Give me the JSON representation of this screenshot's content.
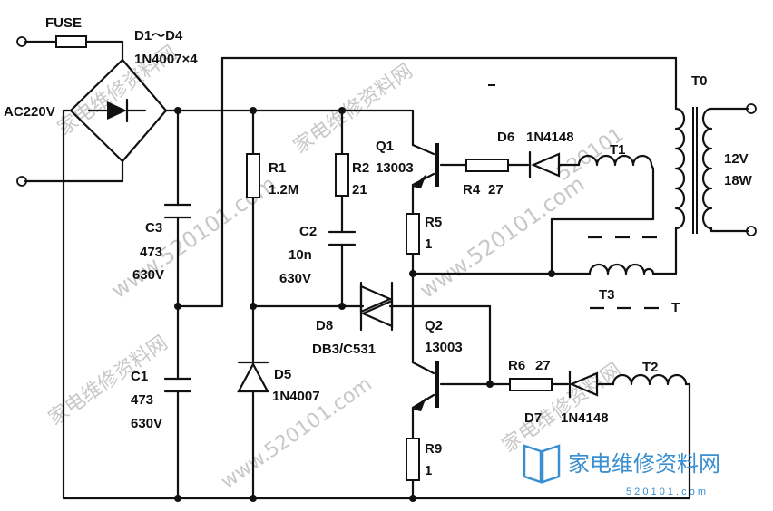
{
  "watermark": {
    "site": "www.520101.com",
    "site_cn": "家电维修资料网",
    "site_short": "520101",
    "logo_text": "家电维修资料网",
    "logo_url": "5 2 0 1 0 1 . c o m",
    "color": "#3a8fd0"
  },
  "components": {
    "fuse": "FUSE",
    "input": "AC220V",
    "bridge_ref": "D1～D4",
    "bridge_val": "1N4007×4",
    "r1_ref": "R1",
    "r1_val": "1.2M",
    "r2_ref": "R2",
    "r2_val": "21",
    "c3_ref": "C3",
    "c3_val": "473",
    "c3_volt": "630V",
    "c1_ref": "C1",
    "c1_val": "473",
    "c1_volt": "630V",
    "c2_ref": "C2",
    "c2_val": "10n",
    "c2_volt": "630V",
    "q1_ref": "Q1",
    "q1_val": "13003",
    "q2_ref": "Q2",
    "q2_val": "13003",
    "r4_ref": "R4",
    "r4_val": "27",
    "r5_ref": "R5",
    "r5_val": "1",
    "r6_ref": "R6",
    "r6_val": "27",
    "r9_ref": "R9",
    "r9_val": "1",
    "d5_ref": "D5",
    "d5_val": "1N4007",
    "d6_ref": "D6",
    "d6_val": "1N4148",
    "d7_ref": "D7",
    "d7_val": "1N4148",
    "d8_ref": "D8",
    "d8_val": "DB3/C531",
    "t0_ref": "T0",
    "t1_ref": "T1",
    "t2_ref": "T2",
    "t3_ref": "T3",
    "t_ref": "T",
    "out_v": "12V",
    "out_w": "18W"
  }
}
